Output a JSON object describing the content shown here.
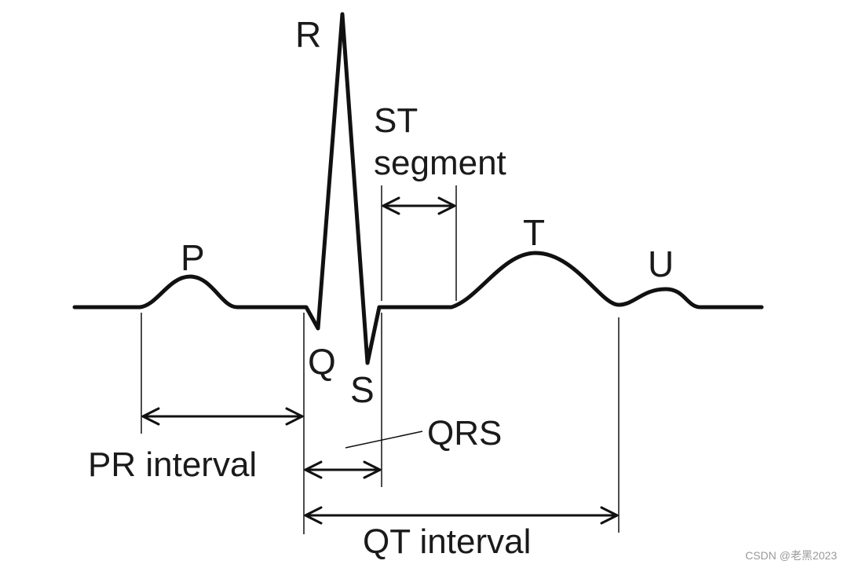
{
  "diagram": {
    "waves": {
      "p": "P",
      "q": "Q",
      "r": "R",
      "s": "S",
      "t": "T",
      "u": "U"
    },
    "intervals": {
      "st_line1": "ST",
      "st_line2": "segment",
      "pr": "PR interval",
      "qrs": "QRS",
      "qt": "QT interval"
    }
  },
  "watermark": "CSDN @老黑2023",
  "colors": {
    "stroke": "#111111",
    "label": "#1a1a1a",
    "watermark": "#999999"
  }
}
